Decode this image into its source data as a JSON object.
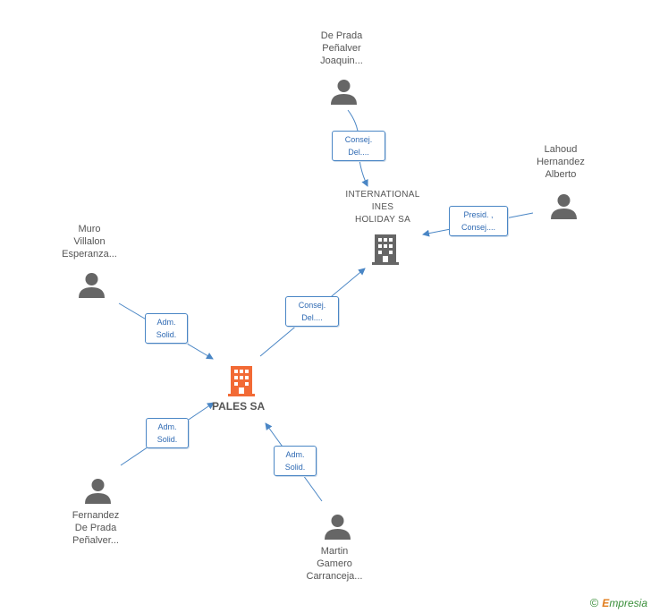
{
  "nodes": {
    "main_company": {
      "label": "PALES SA",
      "color": "#f26a35"
    },
    "international": {
      "label": "INTERNATIONAL\nINES\nHOLIDAY SA",
      "color": "#666666"
    },
    "de_prada_joaquin": {
      "label": "De Prada\nPeñalver\nJoaquin..."
    },
    "lahoud": {
      "label": "Lahoud\nHernandez\nAlberto"
    },
    "muro": {
      "label": "Muro\nVillalon\nEsperanza..."
    },
    "fernandez": {
      "label": "Fernandez\nDe Prada\nPeñalver..."
    },
    "martin": {
      "label": "Martin\nGamero\nCarranceja..."
    }
  },
  "edges": {
    "de_prada_to_international": "Consej.\nDel....",
    "lahoud_to_international": "Presid. ,\nConsej....",
    "pales_to_international": "Consej.\nDel....",
    "muro_to_pales": "Adm.\nSolid.",
    "fernandez_to_pales": "Adm.\nSolid.",
    "martin_to_pales": "Adm.\nSolid."
  },
  "colors": {
    "edge": "#4a86c5",
    "person_icon": "#666666"
  },
  "footer": {
    "copyright_symbol": "©",
    "brand_first": "E",
    "brand_rest": "mpresia"
  }
}
